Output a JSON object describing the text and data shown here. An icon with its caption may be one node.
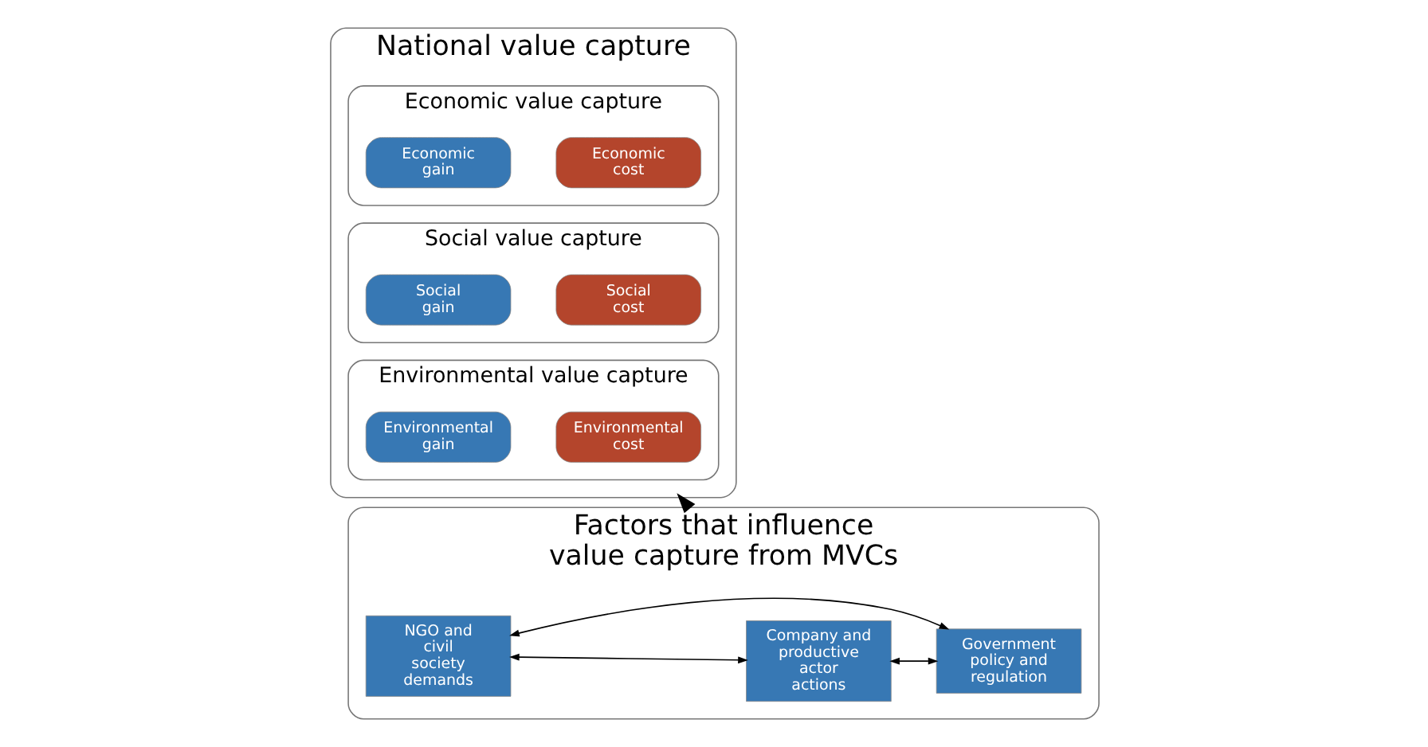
{
  "diagram": {
    "nodes": [
      {
        "text": [
          "National value capture"
        ]
      },
      {
        "text": [
          "Economic value capture"
        ],
        "in": 0
      },
      {
        "text": [
          "Economic gain"
        ],
        "in": 1
      },
      {
        "text": [
          "Economic cost"
        ],
        "in": 1
      },
      {
        "text": [
          "Social value capture"
        ],
        "in": 0
      },
      {
        "text": [
          "Social gain"
        ],
        "in": 4
      },
      {
        "text": [
          "Social cost"
        ],
        "in": 4
      },
      {
        "text": [
          "Environmental value capture"
        ],
        "in": 0
      },
      {
        "text": [
          "Environmental gain"
        ],
        "in": 7
      },
      {
        "text": [
          "Environmental cost"
        ],
        "in": 7
      },
      {
        "text": [
          "Factors that influence value capture from MVCs"
        ]
      },
      {
        "text": [
          "Company and productive actor actions"
        ],
        "in": 10
      },
      {
        "text": [
          "Government policy and regulation"
        ],
        "in": 10
      },
      {
        "text": [
          "NGO and civil society demands"
        ],
        "in": 10
      }
    ],
    "edges": [
      {
        "from": 11,
        "to": 12,
        "arrow": "both"
      },
      {
        "from": 11,
        "to": 13,
        "arrow": "both"
      },
      {
        "from": 12,
        "to": 13,
        "arrow": "both"
      },
      {
        "from": 10,
        "to": 0,
        "arrow": "to",
        "style": "thick"
      }
    ]
  }
}
